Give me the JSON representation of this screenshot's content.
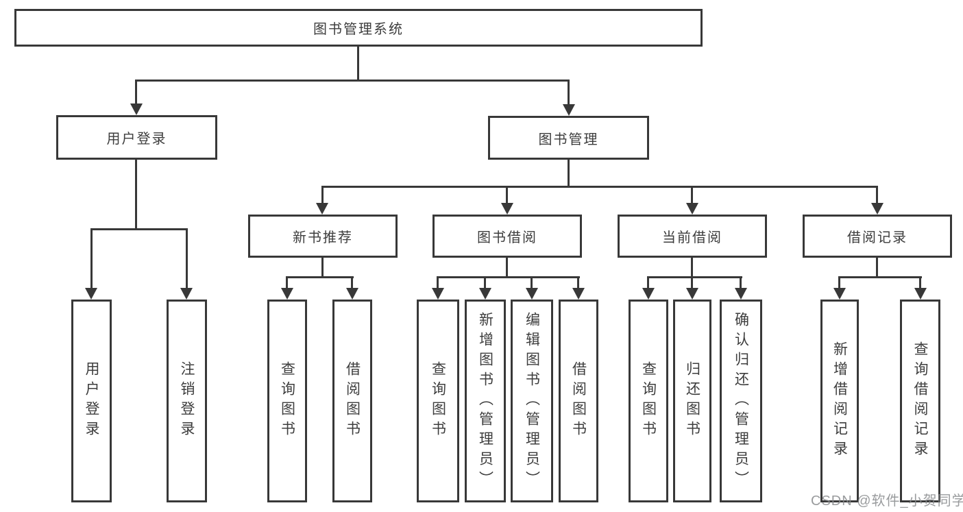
{
  "diagram": {
    "root": {
      "label": "图书管理系统"
    },
    "level2": [
      {
        "label": "用户登录"
      },
      {
        "label": "图书管理"
      }
    ],
    "level3": [
      {
        "label": "新书推荐"
      },
      {
        "label": "图书借阅"
      },
      {
        "label": "当前借阅"
      },
      {
        "label": "借阅记录"
      }
    ],
    "leaves": {
      "login": [
        {
          "label": "用户登录"
        },
        {
          "label": "注销登录"
        }
      ],
      "newbook": [
        {
          "label": "查询图书"
        },
        {
          "label": "借阅图书"
        }
      ],
      "borrow": [
        {
          "label": "查询图书"
        },
        {
          "label": "新增图书（管理员）"
        },
        {
          "label": "编辑图书（管理员）"
        },
        {
          "label": "借阅图书"
        }
      ],
      "current": [
        {
          "label": "查询图书"
        },
        {
          "label": "归还图书"
        },
        {
          "label": "确认归还（管理员）"
        }
      ],
      "record": [
        {
          "label": "新增借阅记录"
        },
        {
          "label": "查询借阅记录"
        }
      ]
    }
  },
  "watermark": {
    "text": "CSDN @软件_小贺同学"
  },
  "colors": {
    "line": "#383838",
    "text": "#3d3d3d",
    "watermark": "#87898c",
    "background": "#ffffff"
  }
}
